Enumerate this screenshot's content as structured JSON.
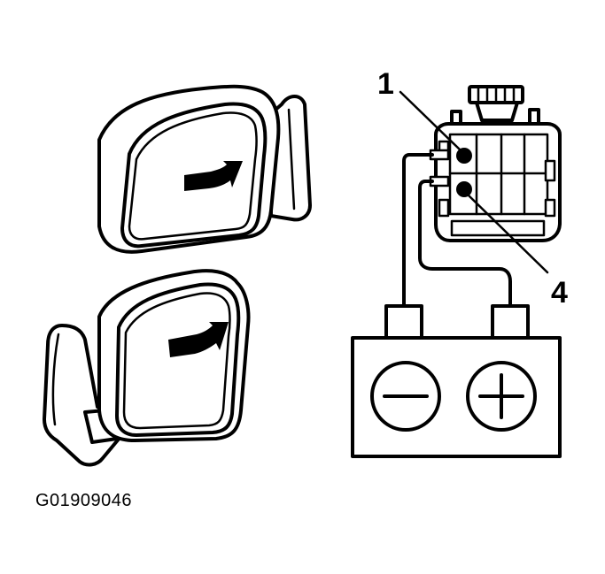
{
  "figure_code": "G01909046",
  "callouts": {
    "terminal_1": "1",
    "terminal_4": "4"
  },
  "colors": {
    "ink": "#000000",
    "paper": "#ffffff"
  },
  "icons": {
    "battery_negative": "minus-icon",
    "battery_positive": "plus-icon",
    "mirror_motion": "arrow-right-icon"
  }
}
